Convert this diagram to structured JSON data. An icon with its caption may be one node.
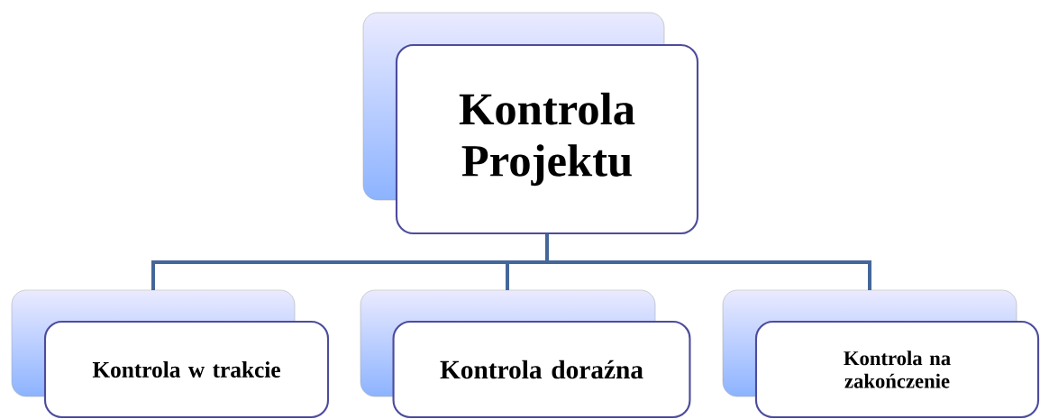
{
  "diagram": {
    "nodes": [
      {
        "text": [
          "Kontrola Projektu"
        ]
      },
      {
        "text": [
          "Kontrola w trakcie"
        ]
      },
      {
        "text": [
          "Kontrola doraźna"
        ]
      },
      {
        "text": [
          "Kontrola na zakończenie"
        ]
      }
    ],
    "edges": [
      {
        "from": 0,
        "to": 1,
        "arrow": "none"
      },
      {
        "from": 0,
        "to": 2,
        "arrow": "none"
      },
      {
        "from": 0,
        "to": 3,
        "arrow": "none"
      }
    ]
  }
}
